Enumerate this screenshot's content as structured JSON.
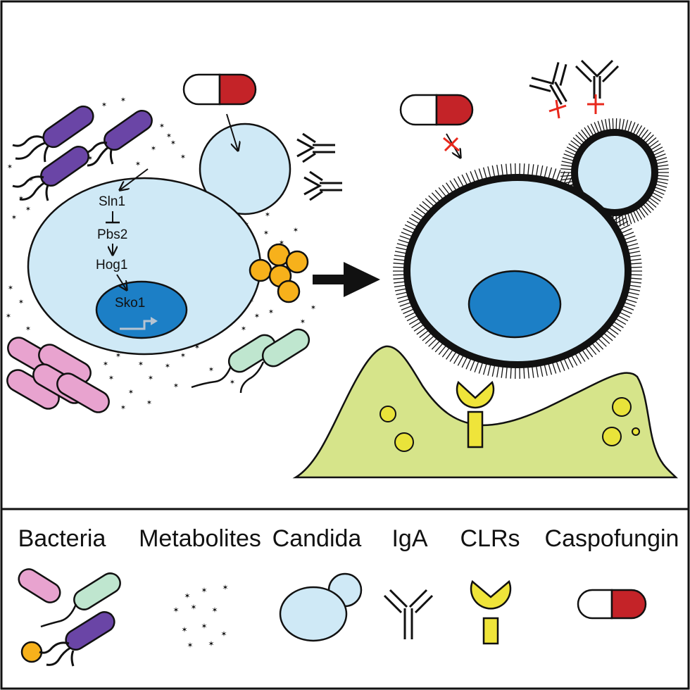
{
  "colors": {
    "candida": "#cfe9f6",
    "nucleus": "#1c7fc6",
    "bacteria_purple": "#6a45a6",
    "bacteria_pink": "#e8a3cf",
    "bacteria_green": "#bfe6cf",
    "cocci_orange": "#f7b11b",
    "host_cell": "#d6e48a",
    "clr_yellow": "#efe43a",
    "vesicle_yellow": "#e9e33a",
    "drug_red": "#c42328",
    "inhibit_red": "#e8281c",
    "outline": "#111111"
  },
  "pathway": {
    "sln1": "Sln1",
    "pbs2": "Pbs2",
    "hog1": "Hog1",
    "sko1": "Sko1"
  },
  "legend": {
    "bacteria": "Bacteria",
    "metabolites": "Metabolites",
    "candida": "Candida",
    "iga": "IgA",
    "clrs": "CLRs",
    "caspofungin": "Caspofungin"
  }
}
